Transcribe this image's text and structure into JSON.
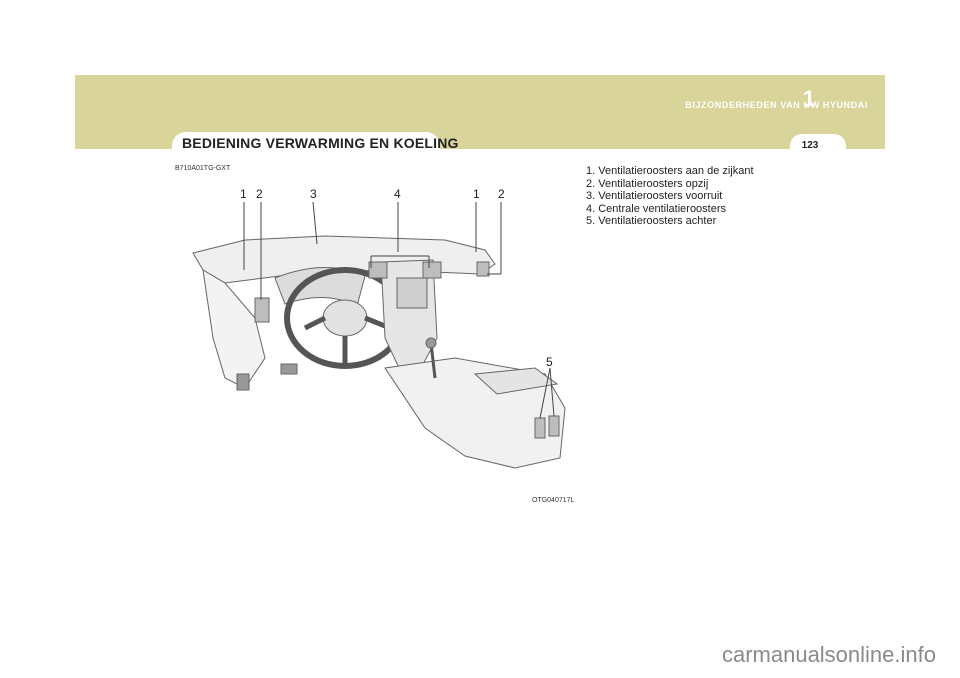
{
  "header": {
    "chapter_label": "BIJZONDERHEDEN VAN UW HYUNDAI",
    "chapter_number": "1",
    "page_number": "123",
    "color": "#d8d49a"
  },
  "section": {
    "title": "BEDIENING VERWARMING EN KOELING",
    "ref_code": "B710A01TG-GXT"
  },
  "figure": {
    "code": "OTG040717L",
    "callouts": [
      "1",
      "2",
      "3",
      "4",
      "1",
      "2",
      "5"
    ]
  },
  "legend": [
    "1. Ventilatieroosters aan de zijkant",
    "2. Ventilatieroosters opzij",
    "3. Ventilatieroosters voorruit",
    "4. Centrale ventilatieroosters",
    "5. Ventilatieroosters achter"
  ],
  "watermark": "carmanualsonline.info"
}
